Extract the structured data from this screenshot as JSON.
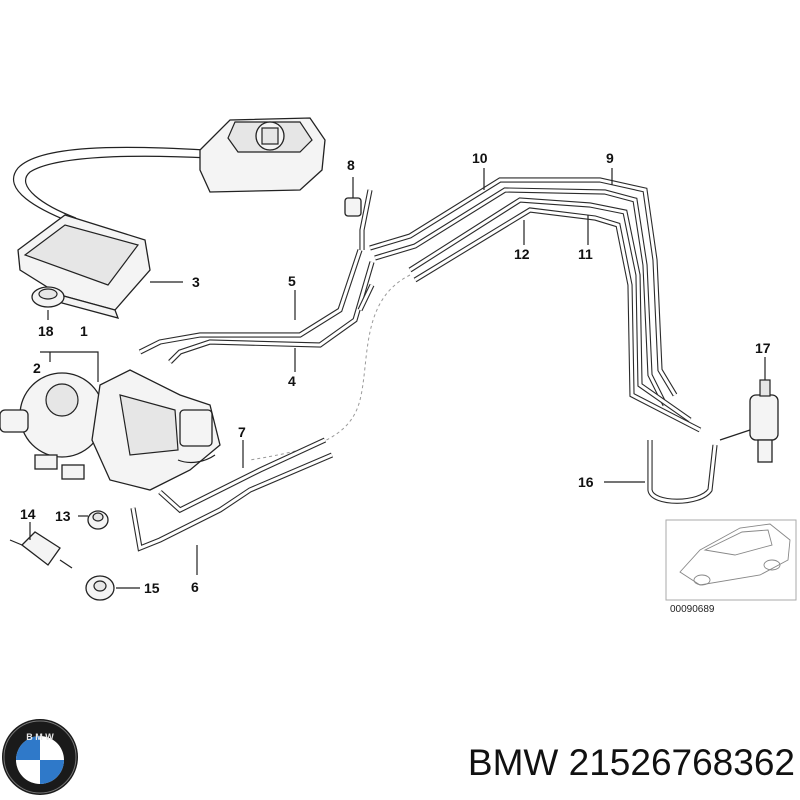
{
  "diagram": {
    "callouts": [
      {
        "id": "1",
        "label": "1"
      },
      {
        "id": "2",
        "label": "2"
      },
      {
        "id": "3",
        "label": "3"
      },
      {
        "id": "4",
        "label": "4"
      },
      {
        "id": "5",
        "label": "5"
      },
      {
        "id": "6",
        "label": "6"
      },
      {
        "id": "7",
        "label": "7"
      },
      {
        "id": "8",
        "label": "8"
      },
      {
        "id": "9",
        "label": "9"
      },
      {
        "id": "10",
        "label": "10"
      },
      {
        "id": "11",
        "label": "11"
      },
      {
        "id": "12",
        "label": "12"
      },
      {
        "id": "13",
        "label": "13"
      },
      {
        "id": "14",
        "label": "14"
      },
      {
        "id": "15",
        "label": "15"
      },
      {
        "id": "16",
        "label": "16"
      },
      {
        "id": "17",
        "label": "17"
      },
      {
        "id": "18",
        "label": "18"
      }
    ],
    "reference_code": "00090689"
  },
  "footer": {
    "brand": "BMW",
    "part_number": "21526768362",
    "logo_text": "B M W"
  }
}
